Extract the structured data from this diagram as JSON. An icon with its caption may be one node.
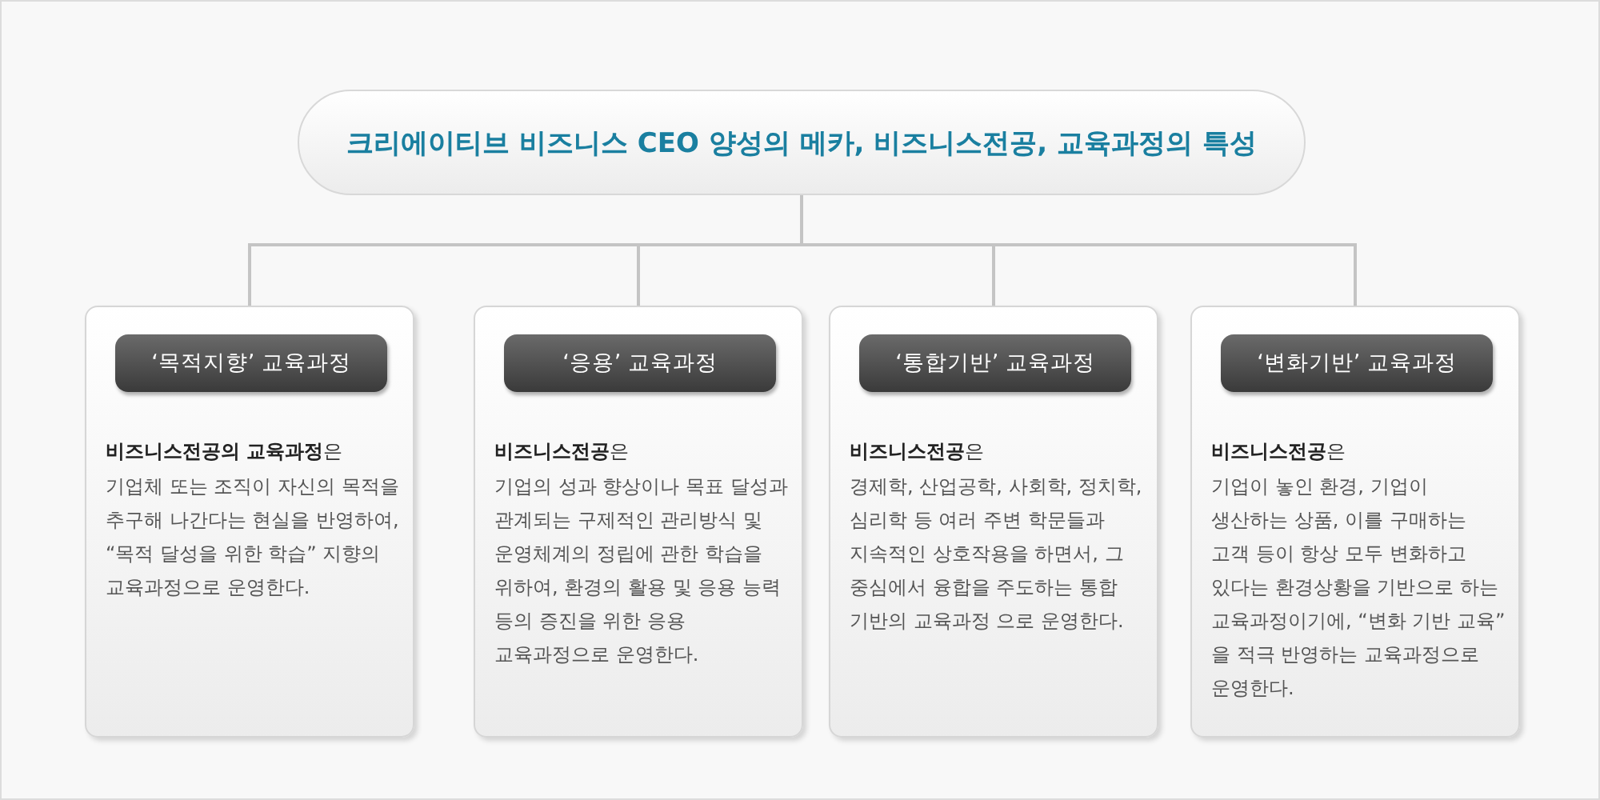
{
  "diagram": {
    "nodes": [
      {
        "text": [
          "크리에이티브 비즈니스 CEO 양성의 메카, 비즈니스전공, 교육과정의 특성"
        ]
      },
      {
        "text": [
          "**비즈니스전공의 교육과정**은",
          "기업체 또는 조직이 자신의 목적을 추구해 나간다는 현실을 반영하여, “목적 달성을 위한 학습” 지향의 교육과정으로 운영한다."
        ]
      },
      {
        "text": [
          "‘목적지향’ 교육과정"
        ],
        "in": 1
      },
      {
        "text": [
          "**비즈니스전공**은",
          "기업의 성과 향상이나 목표 달성과 관계되는 구제적인 관리방식 및 운영체계의 정립에 관한 학습을 위하여, 환경의 활용 및 응용 능력 등의 증진을 위한 응용 교육과정으로 운영한다."
        ]
      },
      {
        "text": [
          "‘응용’ 교육과정"
        ],
        "in": 3
      },
      {
        "text": [
          "**비즈니스전공**은",
          "경제학, 산업공학, 사회학, 정치학, 심리학 등 여러 주변 학문들과 지속적인 상호작용을 하면서, 그 중심에서 융합을 주도하는 통합 기반의 교육과정 으로 운영한다."
        ]
      },
      {
        "text": [
          "‘통합기반’ 교육과정"
        ],
        "in": 5
      },
      {
        "text": [
          "**비즈니스전공**은",
          "기업이 놓인 환경, 기업이 생산하는 상품, 이를 구매하는 고객 등이 항상 모두 변화하고 있다는 환경상황을 기반으로 하는 교육과정이기에, “변화 기반 교육” 을 적극 반영하는 교육과정으로 운영한다."
        ]
      },
      {
        "text": [
          "‘변화기반’ 교육과정"
        ],
        "in": 7
      }
    ],
    "edges": [
      {
        "from": 0,
        "to": 1,
        "arrow": "none"
      },
      {
        "from": 0,
        "to": 3,
        "arrow": "none"
      },
      {
        "from": 0,
        "to": 5,
        "arrow": "none"
      },
      {
        "from": 0,
        "to": 7,
        "arrow": "none"
      }
    ]
  }
}
